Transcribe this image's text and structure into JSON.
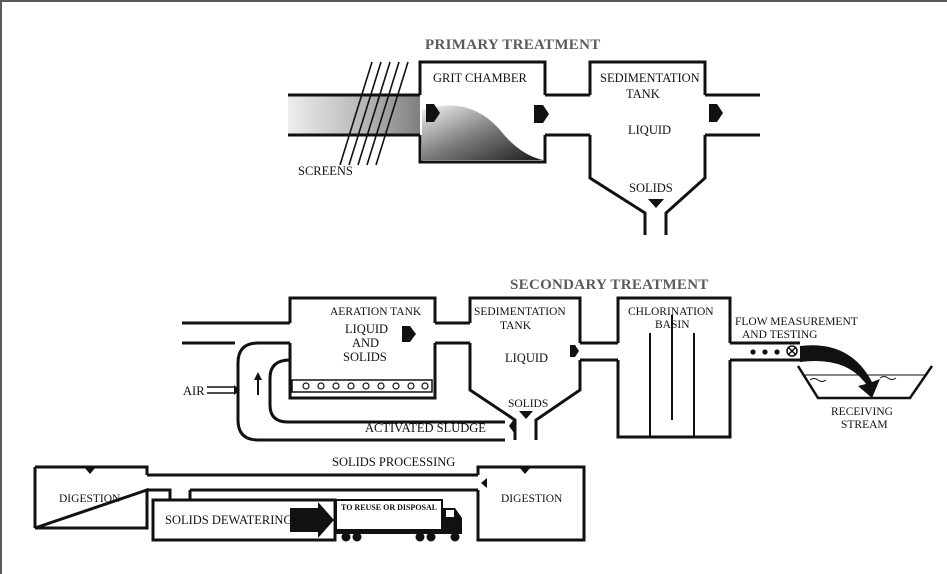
{
  "primary": {
    "heading": "PRIMARY TREATMENT",
    "screens": "SCREENS",
    "grit_chamber": "GRIT CHAMBER",
    "sed_tank_line1": "SEDIMENTATION",
    "sed_tank_line2": "TANK",
    "liquid": "LIQUID",
    "solids": "SOLIDS"
  },
  "secondary": {
    "heading": "SECONDARY TREATMENT",
    "aeration_tank": "AERATION TANK",
    "aeration_liquid": "LIQUID",
    "aeration_and": "AND",
    "aeration_solids": "SOLIDS",
    "sed_tank_line1": "SEDIMENTATION",
    "sed_tank_line2": "TANK",
    "liquid": "LIQUID",
    "solids": "SOLIDS",
    "chlorination_line1": "CHLORINATION",
    "chlorination_line2": "BASIN",
    "flow_line1": "FLOW MEASUREMENT",
    "flow_line2": "AND TESTING",
    "air": "AIR",
    "activated_sludge": "ACTIVATED SLUDGE",
    "receiving_line1": "RECEIVING",
    "receiving_line2": "STREAM"
  },
  "solids_processing": {
    "heading": "SOLIDS PROCESSING",
    "digestion_left": "DIGESTION",
    "digestion_right": "DIGESTION",
    "dewatering": "SOLIDS DEWATERING",
    "truck_sign": "TO REUSE OR DISPOSAL"
  }
}
